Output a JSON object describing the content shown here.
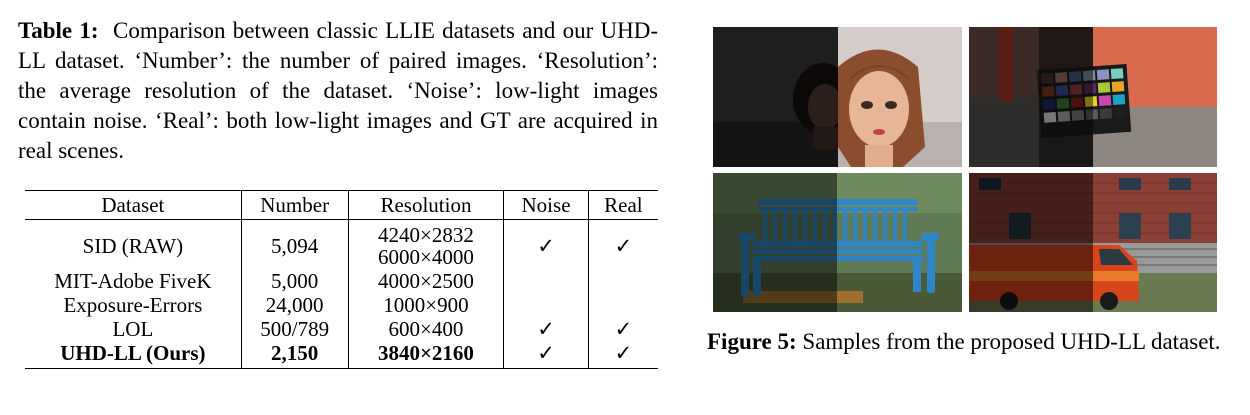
{
  "table_caption": {
    "label": "Table 1:",
    "text": "Comparison between classic LLIE datasets and our UHD-LL dataset. ‘Number’: the number of paired images. ‘Resolution’: the average resolution of the dataset. ‘Noise’: low-light images contain noise. ‘Real’: both low-light images and GT are acquired in real scenes."
  },
  "table": {
    "headers": {
      "dataset": "Dataset",
      "number": "Number",
      "resolution": "Resolution",
      "noise": "Noise",
      "real": "Real"
    },
    "rows": [
      {
        "dataset": "SID (RAW)",
        "number": "5,094",
        "resolution_1": "4240×2832",
        "resolution_2": "6000×4000",
        "noise": "✓",
        "real": "✓"
      },
      {
        "dataset": "MIT-Adobe FiveK",
        "number": "5,000",
        "resolution_1": "4000×2500",
        "noise": "",
        "real": ""
      },
      {
        "dataset": "Exposure-Errors",
        "number": "24,000",
        "resolution_1": "1000×900",
        "noise": "",
        "real": ""
      },
      {
        "dataset": "LOL",
        "number": "500/789",
        "resolution_1": "600×400",
        "noise": "✓",
        "real": "✓"
      },
      {
        "dataset": "UHD-LL (Ours)",
        "number": "2,150",
        "resolution_1": "3840×2160",
        "noise": "✓",
        "real": "✓"
      }
    ]
  },
  "figure_caption": {
    "label": "Figure 5:",
    "text": "Samples from the proposed UHD-LL dataset."
  },
  "figure_samples": [
    {
      "subject": "mannequin head",
      "dark_color": "#1f1f1f",
      "bright_color": "#cfc8c4"
    },
    {
      "subject": "color checker chart",
      "dark_color": "#3a2a26",
      "bright_color": "#d86a4e"
    },
    {
      "subject": "blue park bench",
      "dark_color": "#26322a",
      "bright_color": "#5f7a55"
    },
    {
      "subject": "brick building with red van",
      "dark_color": "#2a1c1a",
      "bright_color": "#7a3c32"
    }
  ]
}
